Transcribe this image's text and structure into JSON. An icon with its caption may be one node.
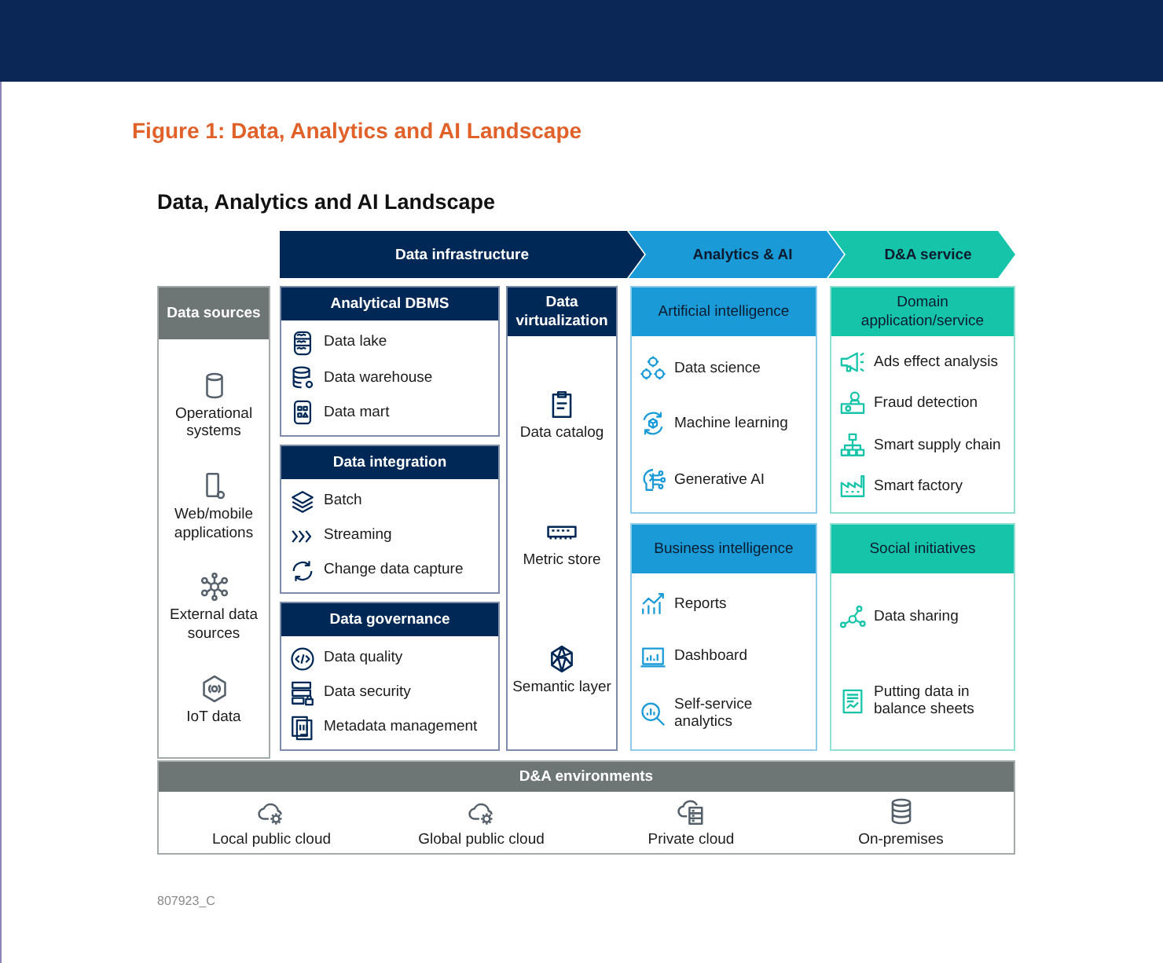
{
  "diagram": {
    "title": "Figure 1: Data, Analytics and AI Landscape",
    "nodes": [
      {
        "text": [
          "Data infrastructure"
        ]
      },
      {
        "text": [
          "Analytics & AI"
        ]
      },
      {
        "text": [
          "D&A service"
        ]
      },
      {
        "text": [
          "Data sources",
          "Operational systems",
          "Web/mobile applications",
          "External data sources",
          "IoT data"
        ]
      },
      {
        "text": [
          "Analytical DBMS",
          "Data lake",
          "Data warehouse",
          "Data mart"
        ]
      },
      {
        "text": [
          "Data integration",
          "Batch",
          "Streaming",
          "Change data capture"
        ]
      },
      {
        "text": [
          "Data governance",
          "Data quality",
          "Data security",
          "Metadata management"
        ]
      },
      {
        "text": [
          "Data virtualization",
          "Data catalog",
          "Metric store",
          "Semantic layer"
        ]
      },
      {
        "text": [
          "Artificial intelligence",
          "Data science",
          "Machine learning",
          "Generative AI"
        ]
      },
      {
        "text": [
          "Business intelligence",
          "Reports",
          "Dashboard",
          "Self-service analytics"
        ]
      },
      {
        "text": [
          "Domain application/service",
          "Ads effect analysis",
          "Fraud detection",
          "Smart supply chain",
          "Smart factory"
        ]
      },
      {
        "text": [
          "Social initiatives",
          "Data sharing",
          "Putting data in balance sheets"
        ]
      },
      {
        "text": [
          "D&A environments",
          "Local public cloud",
          "Global public cloud",
          "Private cloud",
          "On-premises"
        ]
      }
    ],
    "labels": [
      "Data, Analytics and AI Landscape",
      "807923_C"
    ]
  }
}
